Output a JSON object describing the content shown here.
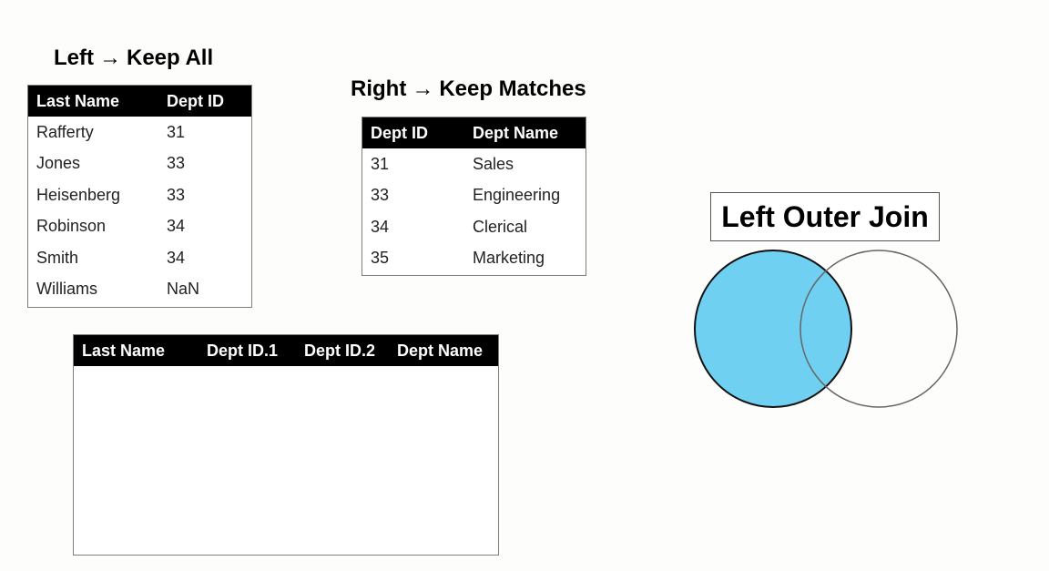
{
  "left_heading": {
    "text": "Left",
    "arrow": "→",
    "rest": "Keep All"
  },
  "right_heading": {
    "text": "Right",
    "arrow": "→",
    "rest": "Keep Matches"
  },
  "left_table": {
    "headers": [
      "Last Name",
      "Dept ID"
    ],
    "rows": [
      [
        "Rafferty",
        "31"
      ],
      [
        "Jones",
        "33"
      ],
      [
        "Heisenberg",
        "33"
      ],
      [
        "Robinson",
        "34"
      ],
      [
        "Smith",
        "34"
      ],
      [
        "Williams",
        "NaN"
      ]
    ]
  },
  "right_table": {
    "headers": [
      "Dept ID",
      "Dept Name"
    ],
    "rows": [
      [
        "31",
        "Sales"
      ],
      [
        "33",
        "Engineering"
      ],
      [
        "34",
        "Clerical"
      ],
      [
        "35",
        "Marketing"
      ]
    ]
  },
  "result_table": {
    "headers": [
      "Last Name",
      "Dept ID.1",
      "Dept ID.2",
      "Dept Name"
    ]
  },
  "join_title": "Left Outer Join",
  "venn": {
    "left_fill": "#70d0f2",
    "left_stroke": "#111111",
    "right_stroke": "#666666"
  }
}
